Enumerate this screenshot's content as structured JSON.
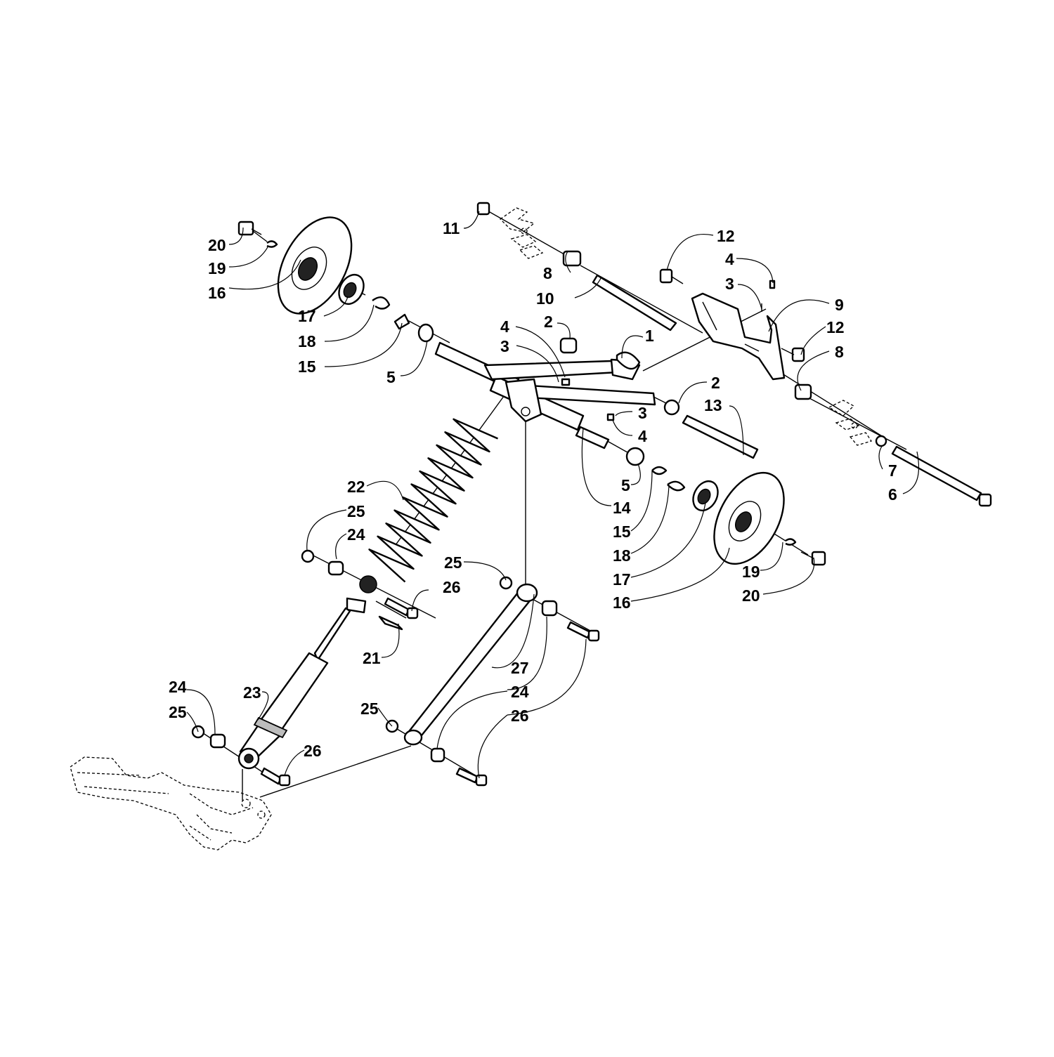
{
  "diagram": {
    "callouts": [
      {
        "id": "c-11",
        "text": "11"
      },
      {
        "id": "c-12a",
        "text": "12"
      },
      {
        "id": "c-4a",
        "text": "4"
      },
      {
        "id": "c-3a",
        "text": "3"
      },
      {
        "id": "c-9",
        "text": "9"
      },
      {
        "id": "c-12b",
        "text": "12"
      },
      {
        "id": "c-8a",
        "text": "8"
      },
      {
        "id": "c-8b",
        "text": "8"
      },
      {
        "id": "c-10",
        "text": "10"
      },
      {
        "id": "c-20a",
        "text": "20"
      },
      {
        "id": "c-19a",
        "text": "19"
      },
      {
        "id": "c-16a",
        "text": "16"
      },
      {
        "id": "c-17a",
        "text": "17"
      },
      {
        "id": "c-18a",
        "text": "18"
      },
      {
        "id": "c-15a",
        "text": "15"
      },
      {
        "id": "c-5a",
        "text": "5"
      },
      {
        "id": "c-4b",
        "text": "4"
      },
      {
        "id": "c-3b",
        "text": "3"
      },
      {
        "id": "c-2a",
        "text": "2"
      },
      {
        "id": "c-1",
        "text": "1"
      },
      {
        "id": "c-2b",
        "text": "2"
      },
      {
        "id": "c-13",
        "text": "13"
      },
      {
        "id": "c-3c",
        "text": "3"
      },
      {
        "id": "c-4c",
        "text": "4"
      },
      {
        "id": "c-7",
        "text": "7"
      },
      {
        "id": "c-6",
        "text": "6"
      },
      {
        "id": "c-5b",
        "text": "5"
      },
      {
        "id": "c-14",
        "text": "14"
      },
      {
        "id": "c-15b",
        "text": "15"
      },
      {
        "id": "c-18b",
        "text": "18"
      },
      {
        "id": "c-17b",
        "text": "17"
      },
      {
        "id": "c-16b",
        "text": "16"
      },
      {
        "id": "c-19b",
        "text": "19"
      },
      {
        "id": "c-20b",
        "text": "20"
      },
      {
        "id": "c-22",
        "text": "22"
      },
      {
        "id": "c-25a",
        "text": "25"
      },
      {
        "id": "c-24a",
        "text": "24"
      },
      {
        "id": "c-25b",
        "text": "25"
      },
      {
        "id": "c-26a",
        "text": "26"
      },
      {
        "id": "c-21",
        "text": "21"
      },
      {
        "id": "c-27",
        "text": "27"
      },
      {
        "id": "c-24b",
        "text": "24"
      },
      {
        "id": "c-26b",
        "text": "26"
      },
      {
        "id": "c-25c",
        "text": "25"
      },
      {
        "id": "c-23",
        "text": "23"
      },
      {
        "id": "c-24c",
        "text": "24"
      },
      {
        "id": "c-25d",
        "text": "25"
      },
      {
        "id": "c-26c",
        "text": "26"
      }
    ]
  }
}
